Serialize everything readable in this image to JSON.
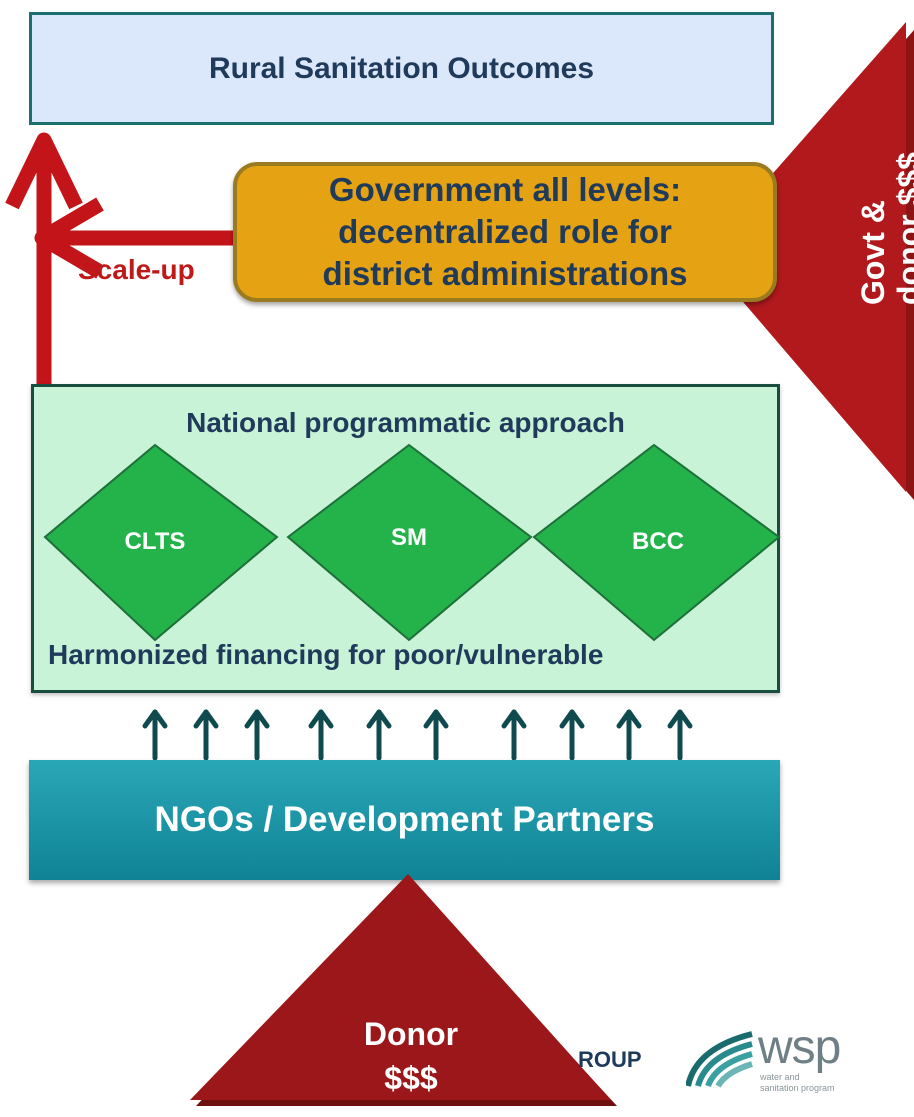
{
  "outcomes": {
    "title": "Rural Sanitation Outcomes"
  },
  "government": {
    "lines": [
      "Government all levels:",
      "decentralized role for",
      "district administrations"
    ]
  },
  "scale_up": {
    "label": "Scale-up"
  },
  "govt_donor": {
    "lines": [
      "Govt &",
      "donor $$$"
    ]
  },
  "program": {
    "title": "National programmatic approach",
    "components": [
      "CLTS",
      "SM",
      "BCC"
    ],
    "footer": "Harmonized financing for poor/vulnerable"
  },
  "ngo": {
    "label": "NGOs / Development Partners"
  },
  "donor": {
    "lines": [
      "Donor",
      "$$$"
    ]
  },
  "footer": {
    "group_text": "ROUP",
    "wsp_wordmark": "wsp",
    "wsp_tagline": [
      "water and",
      "sanitation program"
    ]
  },
  "colors": {
    "arrow_red": "#c3141a",
    "donor_red": "#8e1414",
    "diamond_green": "#23b34a",
    "arrow_teal": "#0f4b4e",
    "ngo_teal": "#1b95a7"
  }
}
